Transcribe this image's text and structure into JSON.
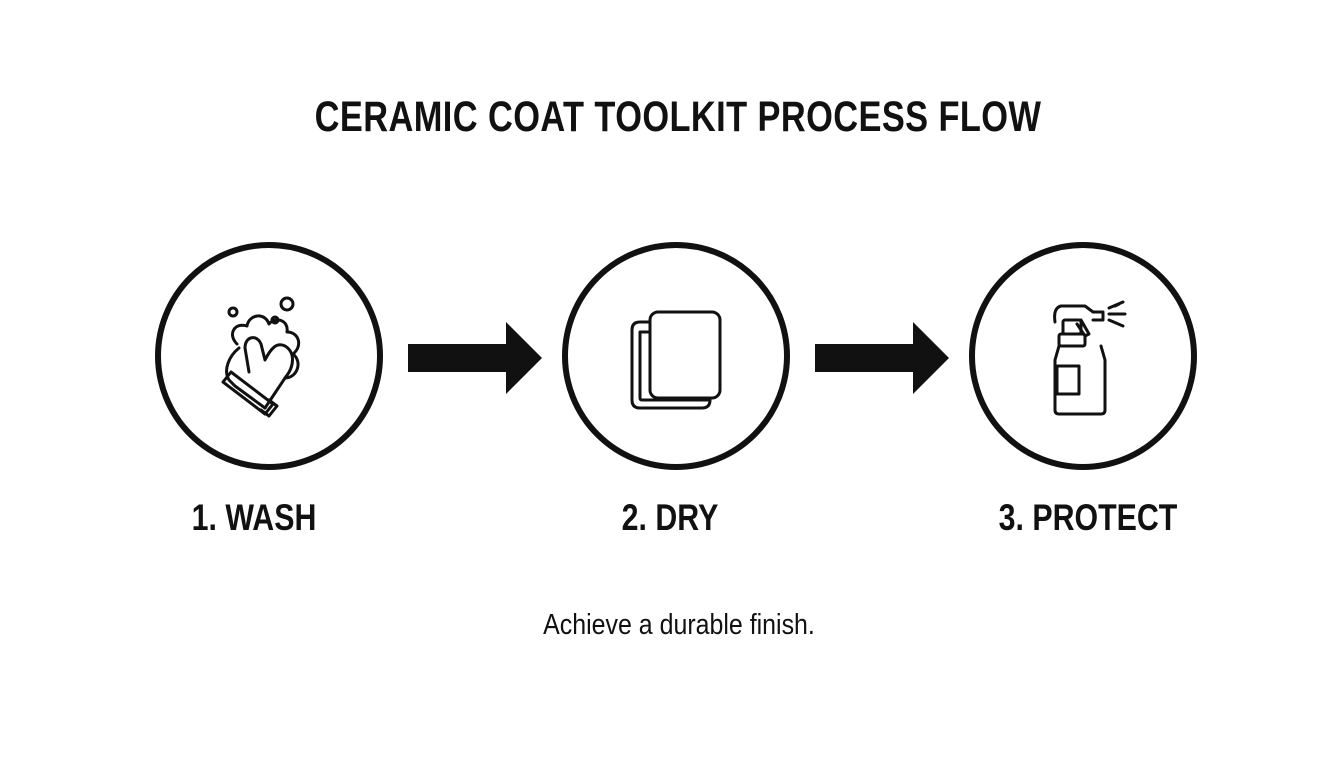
{
  "title": "CERAMIC COAT TOOLKIT PROCESS FLOW",
  "steps": [
    {
      "label": "1. WASH",
      "icon": "wash-mitt-icon"
    },
    {
      "label": "2. DRY",
      "icon": "towel-icon"
    },
    {
      "label": "3. PROTECT",
      "icon": "spray-bottle-icon"
    }
  ],
  "tagline": "Achieve a durable finish.",
  "colors": {
    "ink": "#111111",
    "background": "#ffffff"
  }
}
